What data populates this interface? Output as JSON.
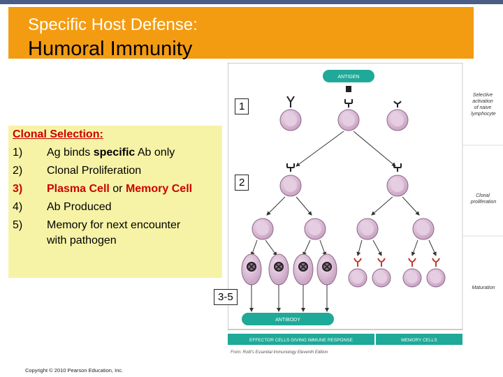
{
  "slide": {
    "title_line1": "Specific Host Defense:",
    "title_line2": "Humoral Immunity",
    "copyright": "Copyright © 2010 Pearson Education, Inc.",
    "colors": {
      "accent": "#f39c12",
      "note_bg": "#f7f3a6",
      "highlight_red": "#cc0000",
      "strip": "#4a5d86"
    }
  },
  "notes": {
    "heading": "Clonal Selection:",
    "items": [
      {
        "num": "1)",
        "text": "Ag binds specific Ab only",
        "pre": "Ag binds ",
        "bold": "specific",
        "post": " Ab only"
      },
      {
        "num": "2)",
        "text": "Clonal Proliferation"
      },
      {
        "num": "3)",
        "text": "Plasma Cell or Memory Cell",
        "part1": "Plasma Cell",
        "mid": " or ",
        "part2": "Memory Cell"
      },
      {
        "num": "4)",
        "text": "Ab Produced"
      },
      {
        "num": "5)",
        "text": "Memory for next encounter",
        "cont": "with pathogen"
      }
    ]
  },
  "figure": {
    "antigen_label": "ANTIGEN",
    "side_labels": [
      "Selective activation of naive lymphocyte",
      "Clonal proliferation",
      "Maturation"
    ],
    "antibody_label": "ANTIBODY",
    "effector_label": "EFFECTOR CELLS GIVING IMMUNE RESPONSE",
    "memory_label": "MEMORY CELLS",
    "source": "From: Roitt's Essential Immunology Eleventh Edition",
    "step_labels": [
      "1",
      "2",
      "3-5"
    ]
  }
}
